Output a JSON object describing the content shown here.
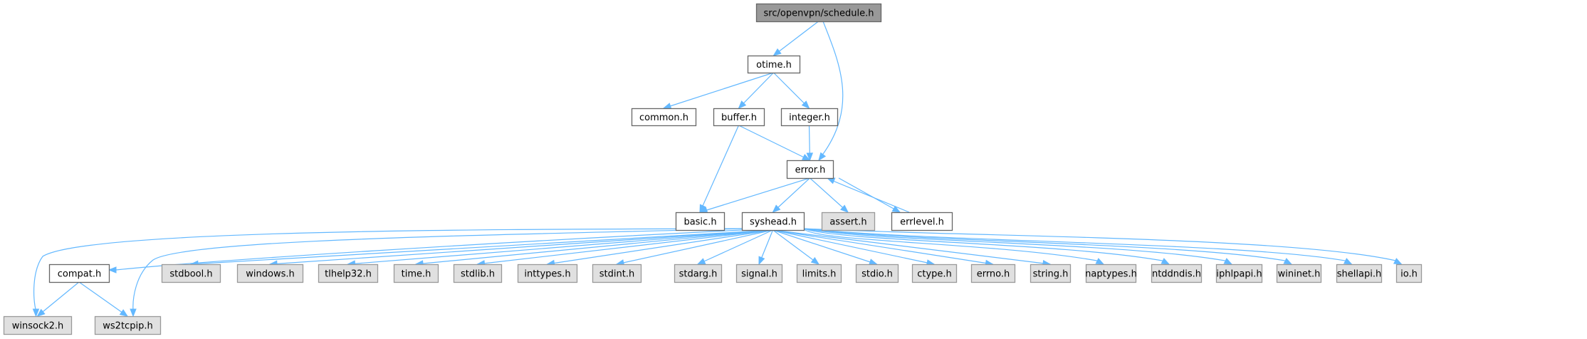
{
  "title": "src/openvpn/schedule.h",
  "colors": {
    "edge": "#63b8ff",
    "root_fill": "#999999",
    "root_stroke": "#666666",
    "local_fill": "#ffffff",
    "local_stroke": "#666666",
    "system_fill": "#e0e0e0",
    "system_stroke": "#999999"
  },
  "nodes": [
    {
      "id": "schedule",
      "label": "src/openvpn/schedule.h",
      "kind": "root"
    },
    {
      "id": "otime",
      "label": "otime.h",
      "kind": "local"
    },
    {
      "id": "common",
      "label": "common.h",
      "kind": "local"
    },
    {
      "id": "buffer",
      "label": "buffer.h",
      "kind": "local"
    },
    {
      "id": "integer",
      "label": "integer.h",
      "kind": "local"
    },
    {
      "id": "error",
      "label": "error.h",
      "kind": "local"
    },
    {
      "id": "basic",
      "label": "basic.h",
      "kind": "local"
    },
    {
      "id": "syshead",
      "label": "syshead.h",
      "kind": "local"
    },
    {
      "id": "assert",
      "label": "assert.h",
      "kind": "system"
    },
    {
      "id": "errlevel",
      "label": "errlevel.h",
      "kind": "local"
    },
    {
      "id": "compat",
      "label": "compat.h",
      "kind": "local"
    },
    {
      "id": "stdbool",
      "label": "stdbool.h",
      "kind": "system"
    },
    {
      "id": "windows",
      "label": "windows.h",
      "kind": "system"
    },
    {
      "id": "tlhelp32",
      "label": "tlhelp32.h",
      "kind": "system"
    },
    {
      "id": "time",
      "label": "time.h",
      "kind": "system"
    },
    {
      "id": "stdlib",
      "label": "stdlib.h",
      "kind": "system"
    },
    {
      "id": "inttypes",
      "label": "inttypes.h",
      "kind": "system"
    },
    {
      "id": "stdint",
      "label": "stdint.h",
      "kind": "system"
    },
    {
      "id": "stdarg",
      "label": "stdarg.h",
      "kind": "system"
    },
    {
      "id": "signal",
      "label": "signal.h",
      "kind": "system"
    },
    {
      "id": "limits",
      "label": "limits.h",
      "kind": "system"
    },
    {
      "id": "stdio",
      "label": "stdio.h",
      "kind": "system"
    },
    {
      "id": "ctype",
      "label": "ctype.h",
      "kind": "system"
    },
    {
      "id": "errno",
      "label": "errno.h",
      "kind": "system"
    },
    {
      "id": "string",
      "label": "string.h",
      "kind": "system"
    },
    {
      "id": "naptypes",
      "label": "naptypes.h",
      "kind": "system"
    },
    {
      "id": "ntddndis",
      "label": "ntddndis.h",
      "kind": "system"
    },
    {
      "id": "iphlpapi",
      "label": "iphlpapi.h",
      "kind": "system"
    },
    {
      "id": "wininet",
      "label": "wininet.h",
      "kind": "system"
    },
    {
      "id": "shellapi",
      "label": "shellapi.h",
      "kind": "system"
    },
    {
      "id": "io",
      "label": "io.h",
      "kind": "system"
    },
    {
      "id": "winsock2",
      "label": "winsock2.h",
      "kind": "system"
    },
    {
      "id": "ws2tcpip",
      "label": "ws2tcpip.h",
      "kind": "system"
    }
  ],
  "edges": [
    [
      "schedule",
      "otime"
    ],
    [
      "schedule",
      "error"
    ],
    [
      "otime",
      "common"
    ],
    [
      "otime",
      "buffer"
    ],
    [
      "otime",
      "integer"
    ],
    [
      "buffer",
      "basic"
    ],
    [
      "buffer",
      "error"
    ],
    [
      "integer",
      "error"
    ],
    [
      "error",
      "basic"
    ],
    [
      "error",
      "syshead"
    ],
    [
      "error",
      "assert"
    ],
    [
      "error",
      "errlevel"
    ],
    [
      "errlevel",
      "error"
    ],
    [
      "syshead",
      "compat"
    ],
    [
      "syshead",
      "stdbool"
    ],
    [
      "syshead",
      "windows"
    ],
    [
      "syshead",
      "tlhelp32"
    ],
    [
      "syshead",
      "time"
    ],
    [
      "syshead",
      "stdlib"
    ],
    [
      "syshead",
      "inttypes"
    ],
    [
      "syshead",
      "stdint"
    ],
    [
      "syshead",
      "stdarg"
    ],
    [
      "syshead",
      "signal"
    ],
    [
      "syshead",
      "limits"
    ],
    [
      "syshead",
      "stdio"
    ],
    [
      "syshead",
      "ctype"
    ],
    [
      "syshead",
      "errno"
    ],
    [
      "syshead",
      "string"
    ],
    [
      "syshead",
      "naptypes"
    ],
    [
      "syshead",
      "ntddndis"
    ],
    [
      "syshead",
      "iphlpapi"
    ],
    [
      "syshead",
      "wininet"
    ],
    [
      "syshead",
      "shellapi"
    ],
    [
      "syshead",
      "io"
    ],
    [
      "syshead",
      "winsock2"
    ],
    [
      "syshead",
      "ws2tcpip"
    ],
    [
      "compat",
      "winsock2"
    ],
    [
      "compat",
      "ws2tcpip"
    ]
  ]
}
